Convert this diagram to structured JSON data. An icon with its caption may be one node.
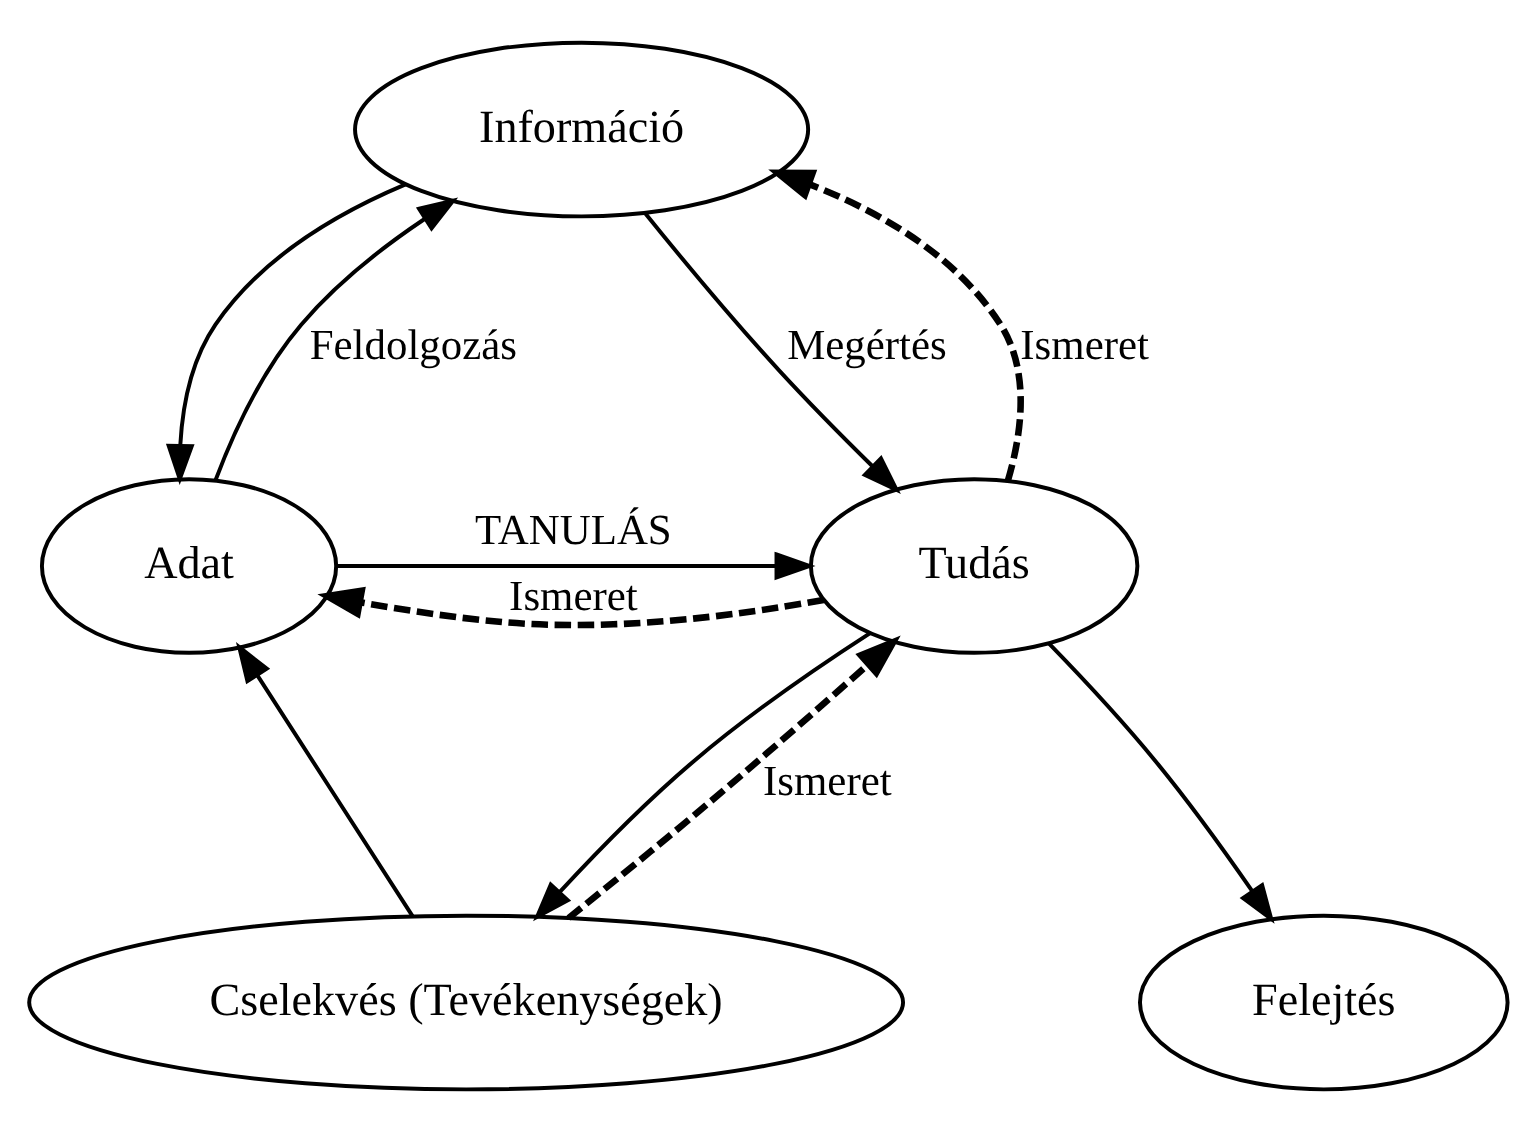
{
  "diagram": {
    "nodes": [
      {
        "text": [
          "Információ"
        ]
      },
      {
        "text": [
          "Adat"
        ]
      },
      {
        "text": [
          "Tudás"
        ]
      },
      {
        "text": [
          "Cselekvés (Tevékenységek)"
        ]
      },
      {
        "text": [
          "Felejtés"
        ]
      }
    ],
    "edges": [
      {
        "from": 1,
        "to": 2,
        "arrow": "to",
        "label": "TANULÁS"
      },
      {
        "from": 1,
        "to": 0,
        "arrow": "to",
        "label": "Feldolgozás"
      },
      {
        "from": 0,
        "to": 1,
        "arrow": "to"
      },
      {
        "from": 0,
        "to": 2,
        "arrow": "to",
        "label": "Megértés"
      },
      {
        "from": 2,
        "to": 0,
        "arrow": "to",
        "label": "Ismeret",
        "style": "dashed"
      },
      {
        "from": 2,
        "to": 1,
        "arrow": "to",
        "label": "Ismeret",
        "style": "dashed"
      },
      {
        "from": 3,
        "to": 2,
        "arrow": "to",
        "label": "Ismeret",
        "style": "dashed"
      },
      {
        "from": 2,
        "to": 3,
        "arrow": "to"
      },
      {
        "from": 3,
        "to": 1,
        "arrow": "to"
      },
      {
        "from": 2,
        "to": 4,
        "arrow": "to"
      }
    ]
  }
}
